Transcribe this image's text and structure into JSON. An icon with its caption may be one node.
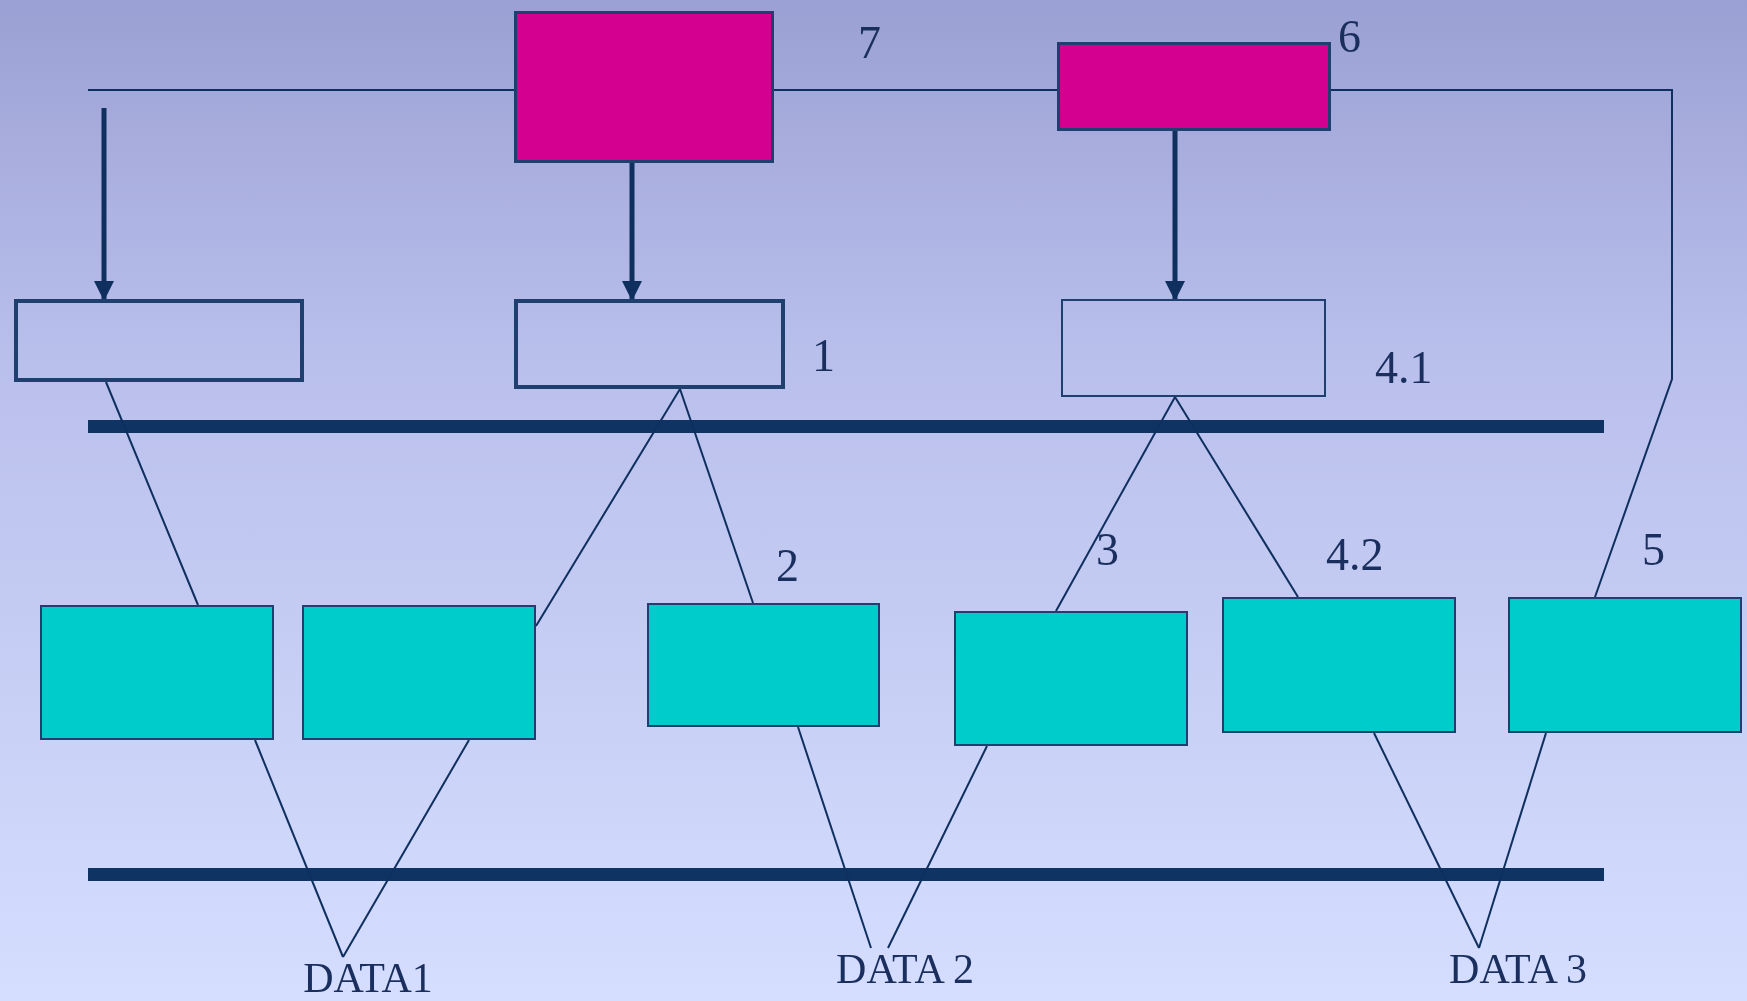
{
  "diagram": {
    "nodes": [
      {
        "text": [],
        "shape": "box",
        "beside": [
          "7"
        ]
      },
      {
        "text": [],
        "shape": "box",
        "beside": [
          "6"
        ]
      },
      {
        "text": [],
        "shape": "box"
      },
      {
        "text": [],
        "shape": "box",
        "beside": [
          "1"
        ]
      },
      {
        "text": [],
        "shape": "box",
        "beside": [
          "4.1"
        ]
      },
      {
        "text": [],
        "shape": "box"
      },
      {
        "text": [],
        "shape": "box"
      },
      {
        "text": [],
        "shape": "box",
        "beside": [
          "2"
        ]
      },
      {
        "text": [],
        "shape": "box",
        "beside": [
          "3"
        ]
      },
      {
        "text": [],
        "shape": "box",
        "beside": [
          "4.2"
        ]
      },
      {
        "text": [],
        "shape": "box",
        "beside": [
          "5"
        ]
      },
      {
        "text": [
          "DATA1"
        ]
      },
      {
        "text": [
          "DATA 2"
        ]
      },
      {
        "text": [
          "DATA 3"
        ]
      }
    ],
    "edges": [
      {
        "from": null,
        "to": 0,
        "arrow": "none"
      },
      {
        "from": 0,
        "to": 1,
        "arrow": "none"
      },
      {
        "from": 1,
        "to": 10,
        "arrow": "none"
      },
      {
        "from": null,
        "to": 2,
        "arrow": "to",
        "style": "thick"
      },
      {
        "from": 0,
        "to": 3,
        "arrow": "to",
        "style": "thick"
      },
      {
        "from": 1,
        "to": 4,
        "arrow": "to",
        "style": "thick"
      },
      {
        "from": 2,
        "to": 5,
        "arrow": "none"
      },
      {
        "from": 3,
        "to": 6,
        "arrow": "none"
      },
      {
        "from": 3,
        "to": 7,
        "arrow": "none"
      },
      {
        "from": 4,
        "to": 8,
        "arrow": "none"
      },
      {
        "from": 4,
        "to": 9,
        "arrow": "none"
      },
      {
        "from": 5,
        "to": 11,
        "arrow": "none"
      },
      {
        "from": 6,
        "to": 11,
        "arrow": "none"
      },
      {
        "from": 7,
        "to": 12,
        "arrow": "none"
      },
      {
        "from": 8,
        "to": 12,
        "arrow": "none"
      },
      {
        "from": 9,
        "to": 13,
        "arrow": "none"
      },
      {
        "from": 10,
        "to": 13,
        "arrow": "none"
      }
    ]
  }
}
